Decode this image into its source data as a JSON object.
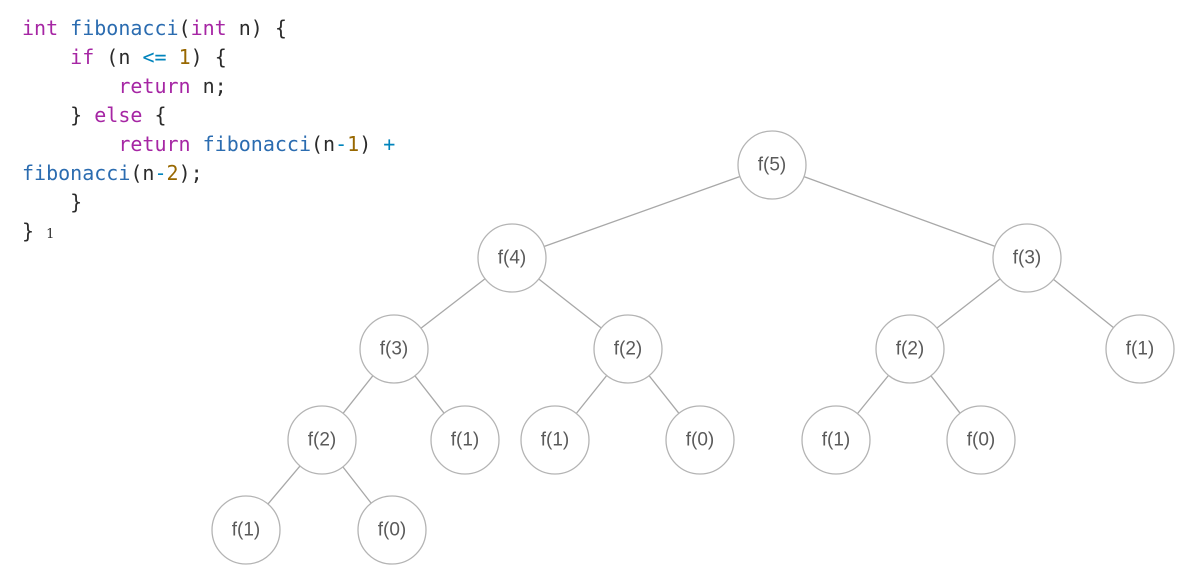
{
  "code": {
    "lines": [
      [
        [
          "kw",
          "int"
        ],
        [
          "id",
          " "
        ],
        [
          "fn",
          "fibonacci"
        ],
        [
          "punc",
          "("
        ],
        [
          "kw",
          "int"
        ],
        [
          "id",
          " n) {"
        ]
      ],
      [
        [
          "id",
          "    "
        ],
        [
          "kw",
          "if"
        ],
        [
          "id",
          " (n "
        ],
        [
          "op",
          "<="
        ],
        [
          "id",
          " "
        ],
        [
          "num",
          "1"
        ],
        [
          "id",
          ") {"
        ]
      ],
      [
        [
          "id",
          "        "
        ],
        [
          "kw",
          "return"
        ],
        [
          "id",
          " n;"
        ]
      ],
      [
        [
          "id",
          "    } "
        ],
        [
          "kw",
          "else"
        ],
        [
          "id",
          " {"
        ]
      ],
      [
        [
          "id",
          "        "
        ],
        [
          "kw",
          "return"
        ],
        [
          "id",
          " "
        ],
        [
          "fn",
          "fibonacci"
        ],
        [
          "punc",
          "(n"
        ],
        [
          "op",
          "-"
        ],
        [
          "num",
          "1"
        ],
        [
          "punc",
          ")"
        ],
        [
          "id",
          " "
        ],
        [
          "op",
          "+"
        ]
      ],
      [
        [
          "fn",
          "fibonacci"
        ],
        [
          "punc",
          "(n"
        ],
        [
          "op",
          "-"
        ],
        [
          "num",
          "2"
        ],
        [
          "punc",
          ");"
        ]
      ],
      [
        [
          "id",
          "    }"
        ]
      ],
      [
        [
          "id",
          "} "
        ],
        [
          "note",
          "1"
        ]
      ]
    ]
  },
  "tree": {
    "root": {
      "label": "f(5)",
      "children": [
        {
          "label": "f(4)",
          "children": [
            {
              "label": "f(3)",
              "children": [
                {
                  "label": "f(2)",
                  "children": [
                    {
                      "label": "f(1)",
                      "children": []
                    },
                    {
                      "label": "f(0)",
                      "children": []
                    }
                  ]
                },
                {
                  "label": "f(1)",
                  "children": []
                }
              ]
            },
            {
              "label": "f(2)",
              "children": [
                {
                  "label": "f(1)",
                  "children": []
                },
                {
                  "label": "f(0)",
                  "children": []
                }
              ]
            }
          ]
        },
        {
          "label": "f(3)",
          "children": [
            {
              "label": "f(2)",
              "children": [
                {
                  "label": "f(1)",
                  "children": []
                },
                {
                  "label": "f(0)",
                  "children": []
                }
              ]
            },
            {
              "label": "f(1)",
              "children": []
            }
          ]
        }
      ]
    }
  }
}
